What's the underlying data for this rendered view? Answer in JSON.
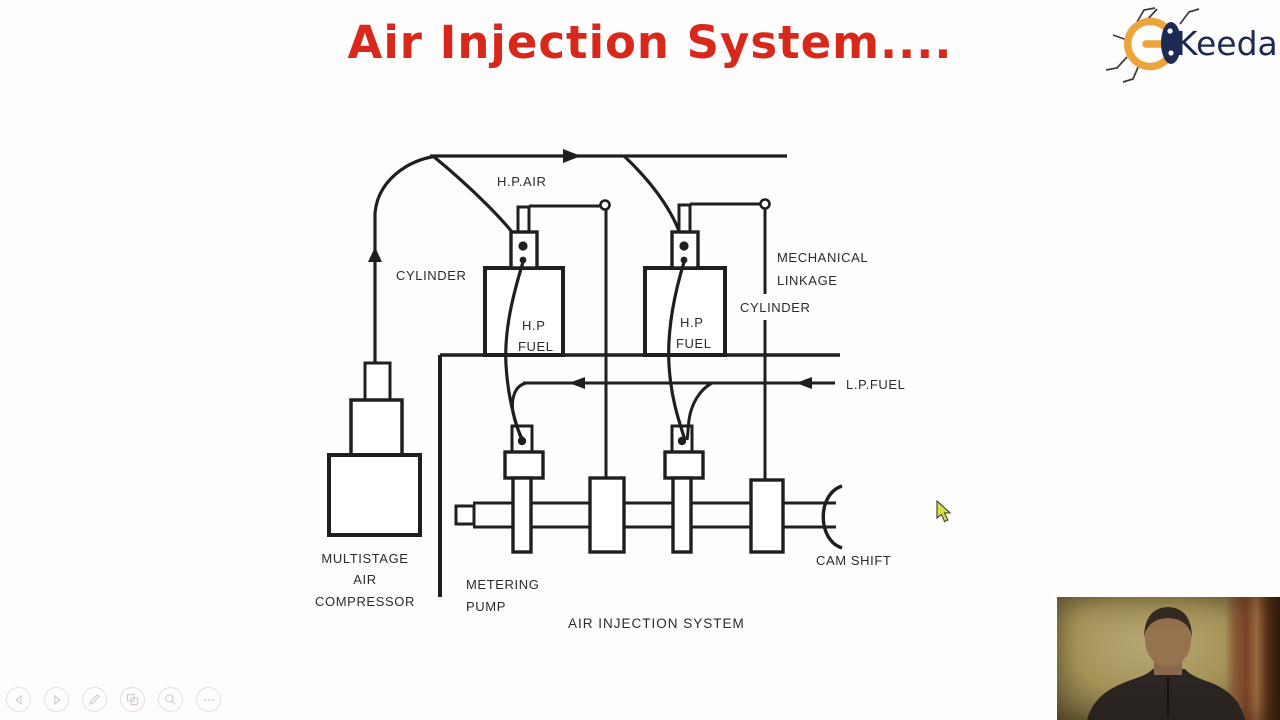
{
  "title": "Air Injection System....",
  "logo": {
    "brand_text": "Keeda"
  },
  "diagram": {
    "caption": "AIR INJECTION SYSTEM",
    "labels": {
      "hp_air": "H.P.AIR",
      "cylinder_left": "CYLINDER",
      "cylinder_right": "CYLINDER",
      "hp_fuel_1_line1": "H.P",
      "hp_fuel_1_line2": "FUEL",
      "hp_fuel_2_line1": "H.P",
      "hp_fuel_2_line2": "FUEL",
      "mechanical_linkage_line1": "MECHANICAL",
      "mechanical_linkage_line2": "LINKAGE",
      "lp_fuel": "L.P.FUEL",
      "compressor_line1": "MULTISTAGE",
      "compressor_line2": "AIR",
      "compressor_line3": "COMPRESSOR",
      "metering_line1": "METERING",
      "metering_line2": "PUMP",
      "cam_shift": "CAM SHIFT"
    }
  },
  "toolbar": {
    "buttons": [
      {
        "icon": "previous-slide"
      },
      {
        "icon": "next-slide"
      },
      {
        "icon": "pen-annotate"
      },
      {
        "icon": "slides-overview"
      },
      {
        "icon": "zoom-magnifier"
      },
      {
        "icon": "more-options"
      }
    ]
  },
  "colors": {
    "title_red": "#d8281c",
    "logo_orange": "#eea43d",
    "logo_navy": "#1c2a54",
    "diagram_ink": "#1f1f1f",
    "cursor_green": "#d3e04c"
  }
}
